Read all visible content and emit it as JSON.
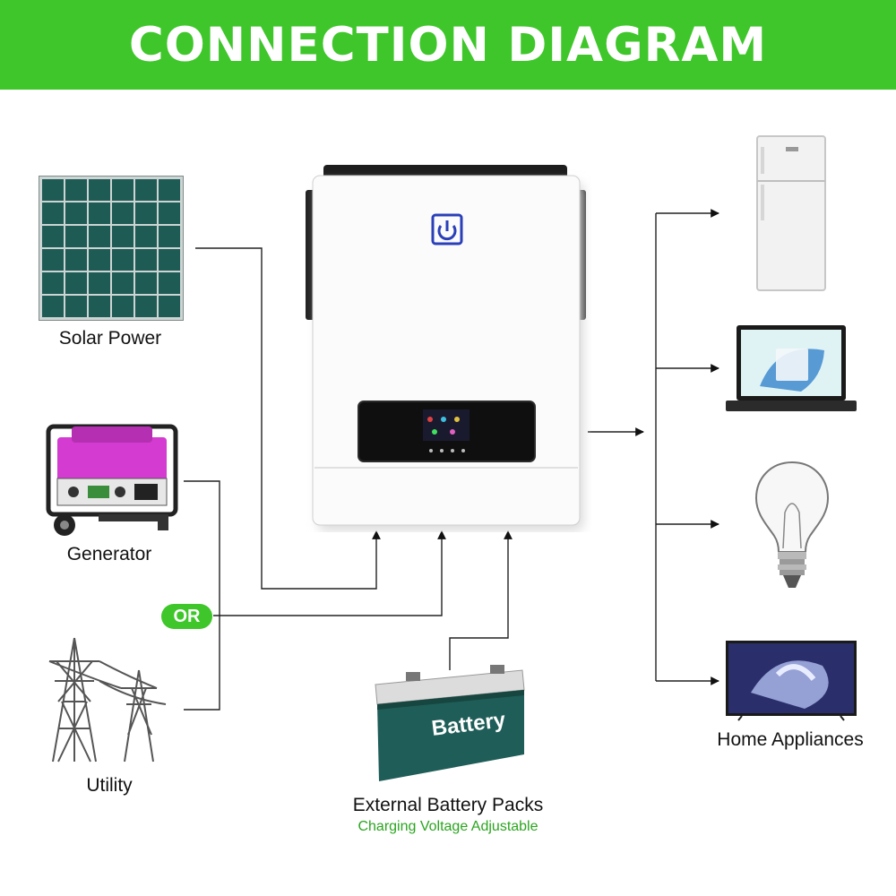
{
  "title": "CONNECTION DIAGRAM",
  "sources": {
    "solar": {
      "label": "Solar Power",
      "icon": "solar-panel-icon"
    },
    "generator": {
      "label": "Generator",
      "icon": "generator-icon"
    },
    "or_badge": "OR",
    "utility": {
      "label": "Utility",
      "icon": "power-tower-icon"
    }
  },
  "inverter": {
    "icon": "inverter-icon",
    "power_icon": "power-button-icon"
  },
  "battery": {
    "case_label": "Battery",
    "label": "External Battery Packs",
    "sublabel": "Charging Voltage Adjustable",
    "icon": "battery-icon"
  },
  "outputs": {
    "label": "Home Appliances",
    "items": [
      "refrigerator-icon",
      "laptop-icon",
      "light-bulb-icon",
      "tv-icon"
    ]
  },
  "colors": {
    "banner": "#3ec62a",
    "panel_cells": "#1f5b55",
    "generator": "#d43bd0",
    "battery": "#1f5d58",
    "sublabel": "#2aa51e"
  }
}
